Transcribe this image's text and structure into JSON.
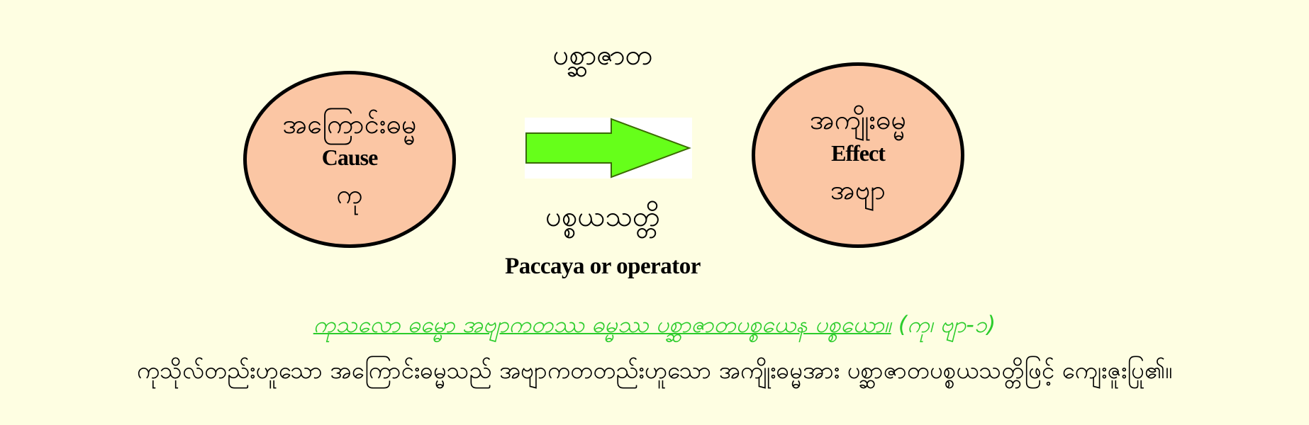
{
  "diagram": {
    "cause": {
      "myanmar": "အကြောင်းဓမ္မ",
      "english": "Cause",
      "pali": "ကု"
    },
    "effect": {
      "myanmar": "အကျိုးဓမ္မ",
      "english": "Effect",
      "pali": "အဗျာ"
    },
    "relation_top": "ပစ္ဆာဇာတ",
    "relation_bottom": "ပစ္စယသတ္တိ",
    "relation_english": "Paccaya or operator",
    "colors": {
      "circle_fill": "#fbc6a4",
      "arrow_fill": "#66ff1a",
      "background": "#fefee2",
      "pali_text": "#2bcc2b"
    }
  },
  "footer": {
    "pali_quote": "ကုသလော ဓမ္မော အဗျာကတဿ ဓမ္မဿ ပစ္ဆာဇာတပစ္စယေန ပစ္စယော။",
    "pali_reference": "(ကု၊ ဗျာ-၁)",
    "translation": "ကုသိုလ်တည်းဟူသော အကြောင်းဓမ္မသည် အဗျာကတတည်းဟူသော အကျိုးဓမ္မအား ပစ္ဆာဇာတပစ္စယသတ္တိဖြင့် ကျေးဇူးပြု၏။"
  }
}
